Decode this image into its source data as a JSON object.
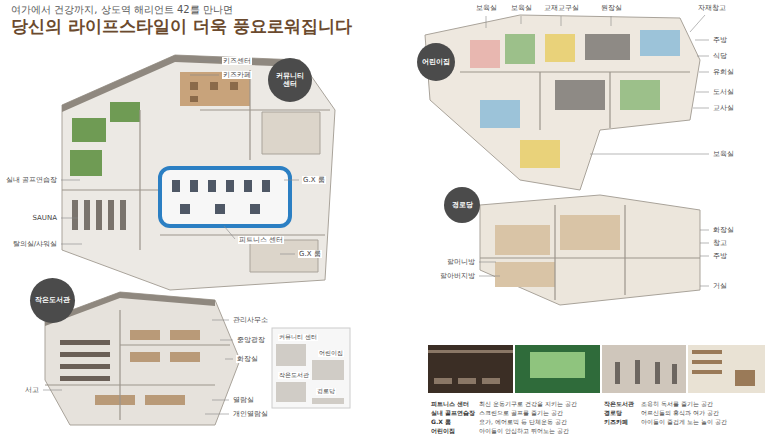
{
  "diagram": {
    "title": "당신의 라이프스타일이 더욱 풍요로워집니다",
    "nodes": [
      {
        "text": [
          "커뮤니티 센터"
        ]
      },
      {
        "text": [
          "작은도서관"
        ]
      },
      {
        "text": [
          "어린이집"
        ]
      },
      {
        "text": [
          "경로당"
        ]
      }
    ],
    "labels": [
      "여가에서 건강까지, 상도역 해리언트 42를 만나면",
      "키즈센터",
      "키즈카페",
      "G.X 룸",
      "실내 골프연습장",
      "SAUNA",
      "탈의실/샤워실",
      "피트니스 센터",
      "G.X 룸",
      "관리사무소",
      "중앙광장",
      "서고",
      "화장실",
      "열람실",
      "개인열람실",
      "커뮤니티 센터",
      "어린이집",
      "작은도서관",
      "경로당",
      "보육실",
      "보육실",
      "교재교구실",
      "원장실",
      "자재창고",
      "주방",
      "식당",
      "유희실",
      "도서실",
      "교사실",
      "보육실",
      "할머니방",
      "할아버지방",
      "화장실",
      "창고",
      "주방",
      "거실",
      "피트니스 센터",
      "최신 운동기구로 건강을 지키는 공간",
      "실내 골프연습장",
      "스크린으로 골프를 즐기는 공간",
      "G.X 룸",
      "요가, 에어로빅 등 단체운동 공간",
      "어린이집",
      "아이들이 안심하고 뛰어노는 공간",
      "작은도서관",
      "조용히 독서를 즐기는 공간",
      "경로당",
      "어르신들의 휴식과 여가 공간",
      "키즈카페",
      "아이들이 즐겁게 노는 놀이 공간"
    ]
  }
}
